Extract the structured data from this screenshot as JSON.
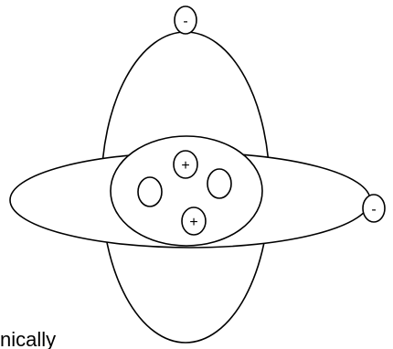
{
  "diagram": {
    "partial_caption": "nically",
    "electron_charge": "-",
    "proton_charge": "+",
    "particles": {
      "electrons": 2,
      "protons": 2,
      "neutrons": 2
    },
    "colors": {
      "line": "#000000",
      "background": "#ffffff"
    }
  }
}
